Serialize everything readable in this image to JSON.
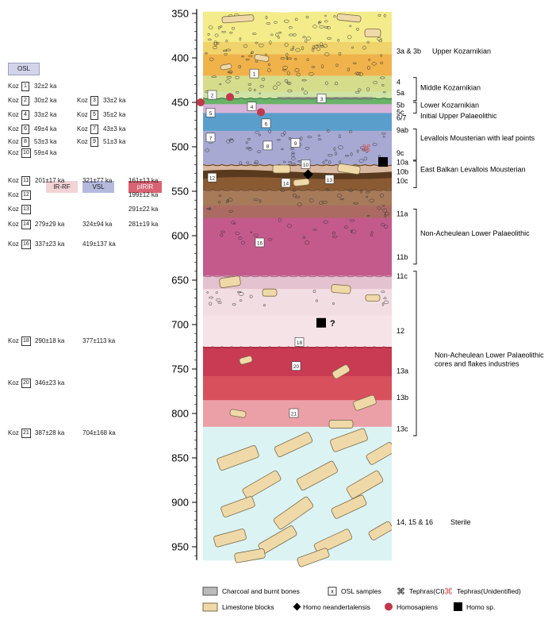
{
  "depth_axis": {
    "ticks": [
      "350",
      "400",
      "450",
      "500",
      "550",
      "600",
      "650",
      "700",
      "750",
      "800",
      "850",
      "900",
      "950"
    ]
  },
  "osl_header": "OSL",
  "osl_samples": [
    {
      "prefix": "Koz",
      "sample": "1",
      "age": "32±2 ka"
    },
    {
      "prefix": "Koz",
      "sample": "2",
      "age": "30±2 ka"
    },
    {
      "prefix": "Koz",
      "sample": "4",
      "age": "33±2 ka"
    },
    {
      "prefix": "Koz",
      "sample": "6",
      "age": "49±4 ka"
    },
    {
      "prefix": "Koz",
      "sample": "8",
      "age": "53±3 ka"
    },
    {
      "prefix": "Koz",
      "sample": "10",
      "age": "59±4 ka"
    },
    {
      "prefix": "Koz",
      "sample": "3",
      "age": "33±2 ka"
    },
    {
      "prefix": "Koz",
      "sample": "5",
      "age": "35±2 ka"
    },
    {
      "prefix": "Koz",
      "sample": "7",
      "age": "43±3 ka"
    },
    {
      "prefix": "Koz",
      "sample": "9",
      "age": "51±3 ka"
    }
  ],
  "method_headers": {
    "irrf": "IR-RF",
    "vsl": "VSL",
    "pirir": "pIRIR"
  },
  "method_rows": [
    {
      "prefix": "Koz",
      "sample": "11",
      "irrf": "201±17 ka",
      "vsl": "321±77 ka",
      "pirir": "161±13 ka"
    },
    {
      "prefix": "Koz",
      "sample": "12",
      "irrf": "",
      "vsl": "",
      "pirir": "199±12 ka"
    },
    {
      "prefix": "Koz",
      "sample": "13",
      "irrf": "",
      "vsl": "",
      "pirir": "291±22 ka"
    },
    {
      "prefix": "Koz",
      "sample": "14",
      "irrf": "279±29 ka",
      "vsl": "324±94 ka",
      "pirir": "281±19 ka"
    },
    {
      "prefix": "Koz",
      "sample": "16",
      "irrf": "337±23 ka",
      "vsl": "419±137 ka",
      "pirir": ""
    },
    {
      "prefix": "Koz",
      "sample": "18",
      "irrf": "290±18 ka",
      "vsl": "377±113 ka",
      "pirir": ""
    },
    {
      "prefix": "Koz",
      "sample": "20",
      "irrf": "346±23 ka",
      "vsl": "",
      "pirir": ""
    },
    {
      "prefix": "Koz",
      "sample": "21",
      "irrf": "387±28 ka",
      "vsl": "704±168 ka",
      "pirir": ""
    }
  ],
  "layer_labels": [
    {
      "code": "3a & 3b",
      "industry": "Upper Kozarnikian"
    },
    {
      "code": "4",
      "industry": ""
    },
    {
      "code": "5a",
      "industry": "Middle Kozarnikian"
    },
    {
      "code": "5b",
      "industry": "Lower Kozarnikian"
    },
    {
      "code": "5c",
      "industry": "Initial Upper Palaeolithic"
    },
    {
      "code": "6/7",
      "industry": ""
    },
    {
      "code": "9ab",
      "industry": "Levallois Mousterian with leaf points"
    },
    {
      "code": "9c",
      "industry": ""
    },
    {
      "code": "10a",
      "industry": "East Balkan Levallois Mousterian"
    },
    {
      "code": "10b",
      "industry": ""
    },
    {
      "code": "10c",
      "industry": ""
    },
    {
      "code": "11a",
      "industry": ""
    },
    {
      "code": "11b",
      "industry": "Non-Acheulean Lower Palaeolithic"
    },
    {
      "code": "11c",
      "industry": ""
    },
    {
      "code": "12",
      "industry": "Non-Acheulean Lower Palaeolithic cores and flakes industries"
    },
    {
      "code": "13a",
      "industry": ""
    },
    {
      "code": "13b",
      "industry": ""
    },
    {
      "code": "13c",
      "industry": ""
    },
    {
      "code": "14, 15 & 16",
      "industry": "Sterile"
    }
  ],
  "section_sample_labels": [
    "1",
    "2",
    "3",
    "4",
    "5",
    "6",
    "7",
    "8",
    "9",
    "10",
    "12",
    "14",
    "13",
    "16",
    "18",
    "20",
    "21"
  ],
  "question_mark": "?",
  "legend": {
    "charcoal": "Charcoal and burnt bones",
    "osl": "OSL samples",
    "osl_glyph": "x",
    "tephra_cl": "Tephras(CI)",
    "tephra_un": "Tephras(Unidentified)",
    "limestone": "Limestone blocks",
    "neander": "Homo neandertalensis",
    "sapiens": "Homosapiens",
    "homosp": "Homo sp.",
    "tephra_glyph": "⌘"
  },
  "colors": {
    "sapiens": "#c0394b",
    "limestone": "#efd9a8",
    "tephra_unidentified": "#d25a5a",
    "irrf_bg": "#f2d3d6",
    "vsl_bg": "#b5b9de",
    "pirir_bg": "#d96373",
    "osl_bg": "#d3d4ea"
  }
}
